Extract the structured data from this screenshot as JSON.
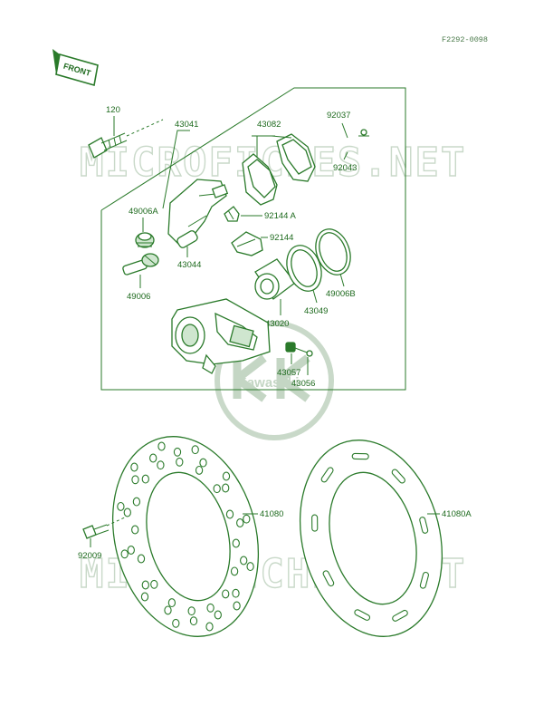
{
  "figure_code": "F2292-0098",
  "front_label": "FRONT",
  "watermark_text": "MICROFICHES.NET",
  "watermark_logo_text": "Kawasaki",
  "colors": {
    "line": "#2a7a2a",
    "text": "#1e6a1e",
    "watermark": "#c9d9c9"
  },
  "parts": {
    "p120": "120",
    "p43041": "43041",
    "p43082": "43082",
    "p92037": "92037",
    "p92043": "92043",
    "p49006A": "49006A",
    "p92144A": "92144 A",
    "p92144": "92144",
    "p43044": "43044",
    "p49006": "49006",
    "p49006B": "49006B",
    "p43049": "43049",
    "p43020": "43020",
    "p43057": "43057",
    "p43056": "43056",
    "p41080": "41080",
    "p41080A": "41080A",
    "p92009": "92009"
  }
}
